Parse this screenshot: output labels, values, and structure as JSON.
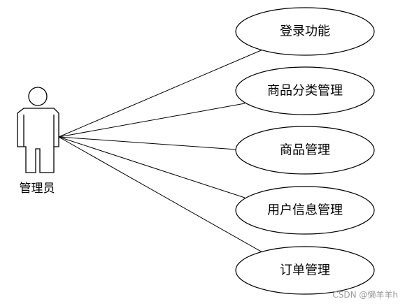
{
  "actor": {
    "label": "管理员"
  },
  "use_cases": [
    {
      "label": "登录功能"
    },
    {
      "label": "商品分类管理"
    },
    {
      "label": "商品管理"
    },
    {
      "label": "用户信息管理"
    },
    {
      "label": "订单管理"
    }
  ],
  "watermark": "CSDN @懒羊羊h",
  "colors": {
    "stroke": "#000000",
    "background": "#ffffff",
    "watermark": "#9a9a9a"
  }
}
